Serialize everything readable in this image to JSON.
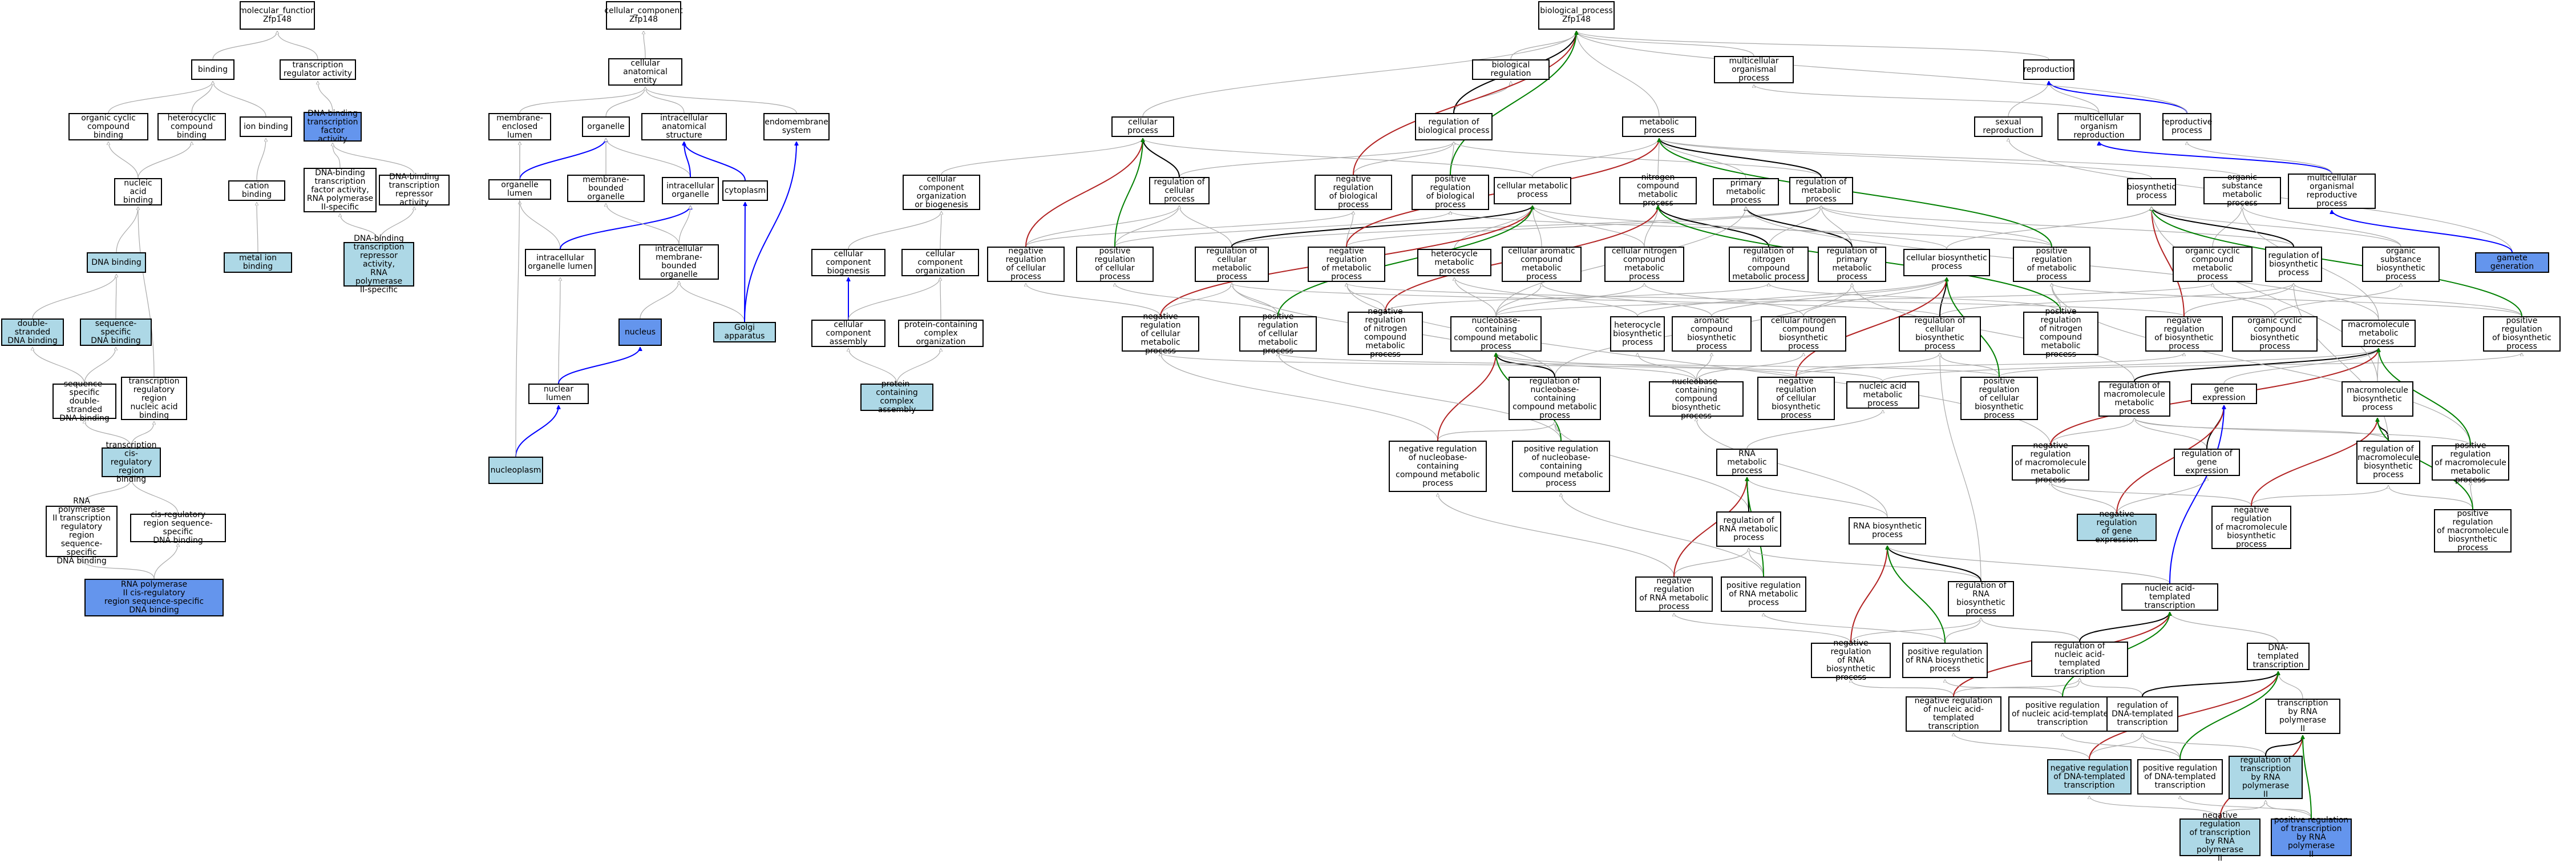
{
  "colors": {
    "plain": "#ffffff",
    "light": "#add8e6",
    "dark": "#6495ed",
    "edge_is_a": "#a9a9a9",
    "edge_part_of": "#0000ff",
    "edge_regulates": "#000000",
    "edge_pos": "#008000",
    "edge_neg": "#b22222"
  },
  "nodes": [
    {
      "id": "mf",
      "label": "molecular_function\nZfp148",
      "fill": "plain"
    },
    {
      "id": "binding",
      "label": "binding",
      "fill": "plain"
    },
    {
      "id": "trra",
      "label": "transcription\nregulator activity",
      "fill": "plain"
    },
    {
      "id": "occb",
      "label": "organic cyclic\ncompound binding",
      "fill": "plain"
    },
    {
      "id": "hcb",
      "label": "heterocyclic\ncompound binding",
      "fill": "plain"
    },
    {
      "id": "ionb",
      "label": "ion binding",
      "fill": "plain"
    },
    {
      "id": "dbtfa",
      "label": "DNA-binding\ntranscription\nfactor activity",
      "fill": "dark"
    },
    {
      "id": "nab",
      "label": "nucleic acid\nbinding",
      "fill": "plain"
    },
    {
      "id": "catb",
      "label": "cation binding",
      "fill": "plain"
    },
    {
      "id": "dbtfa2",
      "label": "DNA-binding\ntranscription\nfactor activity,\nRNA polymerase\nII-specific",
      "fill": "plain"
    },
    {
      "id": "dbtra",
      "label": "DNA-binding\ntranscription\nrepressor activity",
      "fill": "plain"
    },
    {
      "id": "dnab",
      "label": "DNA binding",
      "fill": "light"
    },
    {
      "id": "metb",
      "label": "metal ion binding",
      "fill": "light"
    },
    {
      "id": "dbtra2",
      "label": "DNA-binding\ntranscription\nrepressor activity,\nRNA polymerase\nII-specific",
      "fill": "light"
    },
    {
      "id": "dsdna",
      "label": "double-stranded\nDNA binding",
      "fill": "light"
    },
    {
      "id": "ssdna",
      "label": "sequence-specific\nDNA binding",
      "fill": "light"
    },
    {
      "id": "ssdsdna",
      "label": "sequence-specific\ndouble-stranded\nDNA binding",
      "fill": "plain"
    },
    {
      "id": "trrnab",
      "label": "transcription\nregulatory region\nnucleic acid\nbinding",
      "fill": "plain"
    },
    {
      "id": "tcrrb",
      "label": "transcription\ncis-regulatory\nregion binding",
      "fill": "light"
    },
    {
      "id": "rnap2trr",
      "label": "RNA polymerase\nII transcription\nregulatory region\nsequence-specific\nDNA binding",
      "fill": "plain"
    },
    {
      "id": "crrss",
      "label": "cis-regulatory\nregion sequence-specific\nDNA binding",
      "fill": "plain"
    },
    {
      "id": "rnap2cr",
      "label": "RNA polymerase\nII cis-regulatory\nregion sequence-specific\nDNA binding",
      "fill": "dark"
    },
    {
      "id": "cc",
      "label": "cellular_component\nZfp148",
      "fill": "plain"
    },
    {
      "id": "cae",
      "label": "cellular anatomical\nentity",
      "fill": "plain"
    },
    {
      "id": "melumen",
      "label": "membrane-enclosed\nlumen",
      "fill": "plain"
    },
    {
      "id": "organelle",
      "label": "organelle",
      "fill": "plain"
    },
    {
      "id": "ias",
      "label": "intracellular\nanatomical structure",
      "fill": "plain"
    },
    {
      "id": "endomem",
      "label": "endomembrane\nsystem",
      "fill": "plain"
    },
    {
      "id": "orglumen",
      "label": "organelle lumen",
      "fill": "plain"
    },
    {
      "id": "mbo",
      "label": "membrane-bounded\norganelle",
      "fill": "plain"
    },
    {
      "id": "io",
      "label": "intracellular\norganelle",
      "fill": "plain"
    },
    {
      "id": "cytoplasm",
      "label": "cytoplasm",
      "fill": "plain"
    },
    {
      "id": "iol",
      "label": "intracellular\norganelle lumen",
      "fill": "plain"
    },
    {
      "id": "imbo",
      "label": "intracellular\nmembrane-bounded\norganelle",
      "fill": "plain"
    },
    {
      "id": "nucleus",
      "label": "nucleus",
      "fill": "dark"
    },
    {
      "id": "golgi",
      "label": "Golgi apparatus",
      "fill": "light"
    },
    {
      "id": "nuclumen",
      "label": "nuclear lumen",
      "fill": "plain"
    },
    {
      "id": "nucleoplasm",
      "label": "nucleoplasm",
      "fill": "light"
    },
    {
      "id": "ccob",
      "label": "cellular component\norganization\nor biogenesis",
      "fill": "plain"
    },
    {
      "id": "ccbio",
      "label": "cellular component\nbiogenesis",
      "fill": "plain"
    },
    {
      "id": "ccorg",
      "label": "cellular component\norganization",
      "fill": "plain"
    },
    {
      "id": "ccassm",
      "label": "cellular component\nassembly",
      "fill": "plain"
    },
    {
      "id": "pcco",
      "label": "protein-containing\ncomplex organization",
      "fill": "plain"
    },
    {
      "id": "pcca",
      "label": "protein-containing\ncomplex assembly",
      "fill": "light"
    },
    {
      "id": "bp",
      "label": "biological_process\nZfp148",
      "fill": "plain"
    },
    {
      "id": "biolreg",
      "label": "biological regulation",
      "fill": "plain"
    },
    {
      "id": "mop",
      "label": "multicellular\norganismal process",
      "fill": "plain"
    },
    {
      "id": "repro",
      "label": "reproduction",
      "fill": "plain"
    },
    {
      "id": "cellproc",
      "label": "cellular process",
      "fill": "plain"
    },
    {
      "id": "regbp",
      "label": "regulation of\nbiological process",
      "fill": "plain"
    },
    {
      "id": "metproc",
      "label": "metabolic process",
      "fill": "plain"
    },
    {
      "id": "sexrep",
      "label": "sexual reproduction",
      "fill": "plain"
    },
    {
      "id": "mulrep",
      "label": "multicellular\norganism reproduction",
      "fill": "plain"
    },
    {
      "id": "repproc",
      "label": "reproductive\nprocess",
      "fill": "plain"
    },
    {
      "id": "regcp",
      "label": "regulation of\ncellular process",
      "fill": "plain"
    },
    {
      "id": "negrbp",
      "label": "negative regulation\nof biological\nprocess",
      "fill": "plain"
    },
    {
      "id": "posrbp",
      "label": "positive regulation\nof biological\nprocess",
      "fill": "plain"
    },
    {
      "id": "cellmet",
      "label": "cellular metabolic\nprocess",
      "fill": "plain"
    },
    {
      "id": "ncmp",
      "label": "nitrogen compound\nmetabolic process",
      "fill": "plain"
    },
    {
      "id": "primmet",
      "label": "primary metabolic\nprocess",
      "fill": "plain"
    },
    {
      "id": "regmet",
      "label": "regulation of\nmetabolic process",
      "fill": "plain"
    },
    {
      "id": "biosyn",
      "label": "biosynthetic\nprocess",
      "fill": "plain"
    },
    {
      "id": "osmp",
      "label": "organic substance\nmetabolic process",
      "fill": "plain"
    },
    {
      "id": "morp",
      "label": "multicellular\norganismal reproductive\nprocess",
      "fill": "plain"
    },
    {
      "id": "ccbp",
      "label": "cellular component\nbiogenesis",
      "fill": "plain"
    },
    {
      "id": "negrcp",
      "label": "negative regulation\nof cellular\nprocess",
      "fill": "plain"
    },
    {
      "id": "posrcp",
      "label": "positive regulation\nof cellular\nprocess",
      "fill": "plain"
    },
    {
      "id": "regcmp",
      "label": "regulation of\ncellular metabolic\nprocess",
      "fill": "plain"
    },
    {
      "id": "negrmp",
      "label": "negative regulation\nof metabolic\nprocess",
      "fill": "plain"
    },
    {
      "id": "hcmp",
      "label": "heterocycle\nmetabolic process",
      "fill": "plain"
    },
    {
      "id": "cacmp",
      "label": "cellular aromatic\ncompound metabolic\nprocess",
      "fill": "plain"
    },
    {
      "id": "cncmp",
      "label": "cellular nitrogen\ncompound metabolic\nprocess",
      "fill": "plain"
    },
    {
      "id": "regncmp",
      "label": "regulation of\nnitrogen compound\nmetabolic process",
      "fill": "plain"
    },
    {
      "id": "regpmp",
      "label": "regulation of\nprimary metabolic\nprocess",
      "fill": "plain"
    },
    {
      "id": "cellbio",
      "label": "cellular biosynthetic\nprocess",
      "fill": "plain"
    },
    {
      "id": "posrmp",
      "label": "positive regulation\nof metabolic\nprocess",
      "fill": "plain"
    },
    {
      "id": "occmp",
      "label": "organic cyclic\ncompound metabolic\nprocess",
      "fill": "plain"
    },
    {
      "id": "regbiop",
      "label": "regulation of\nbiosynthetic\nprocess",
      "fill": "plain"
    },
    {
      "id": "osbp",
      "label": "organic substance\nbiosynthetic\nprocess",
      "fill": "plain"
    },
    {
      "id": "gametegen",
      "label": "gamete generation",
      "fill": "dark"
    },
    {
      "id": "negrcmp",
      "label": "negative regulation\nof cellular\nmetabolic process",
      "fill": "plain"
    },
    {
      "id": "posrcmp",
      "label": "positive regulation\nof cellular\nmetabolic process",
      "fill": "plain"
    },
    {
      "id": "negrncmp",
      "label": "negative regulation\nof nitrogen\ncompound metabolic\nprocess",
      "fill": "plain"
    },
    {
      "id": "nbcmp",
      "label": "nucleobase-containing\ncompound metabolic\nprocess",
      "fill": "plain"
    },
    {
      "id": "hbp",
      "label": "heterocycle\nbiosynthetic\nprocess",
      "fill": "plain"
    },
    {
      "id": "acbp",
      "label": "aromatic compound\nbiosynthetic\nprocess",
      "fill": "plain"
    },
    {
      "id": "cncbp",
      "label": "cellular nitrogen\ncompound biosynthetic\nprocess",
      "fill": "plain"
    },
    {
      "id": "regcbp",
      "label": "regulation of\ncellular biosynthetic\nprocess",
      "fill": "plain"
    },
    {
      "id": "posrncmp",
      "label": "positive regulation\nof nitrogen\ncompound metabolic\nprocess",
      "fill": "plain"
    },
    {
      "id": "negrbiop",
      "label": "negative regulation\nof biosynthetic\nprocess",
      "fill": "plain"
    },
    {
      "id": "occbp",
      "label": "organic cyclic\ncompound biosynthetic\nprocess",
      "fill": "plain"
    },
    {
      "id": "macromp",
      "label": "macromolecule\nmetabolic process",
      "fill": "plain"
    },
    {
      "id": "posrbiop",
      "label": "positive regulation\nof biosynthetic\nprocess",
      "fill": "plain"
    },
    {
      "id": "regnbcmp",
      "label": "regulation of\nnucleobase-containing\ncompound metabolic\nprocess",
      "fill": "plain"
    },
    {
      "id": "nbcbp",
      "label": "nucleobase-containing\ncompound biosynthetic\nprocess",
      "fill": "plain"
    },
    {
      "id": "negrcbp",
      "label": "negative regulation\nof cellular\nbiosynthetic\nprocess",
      "fill": "plain"
    },
    {
      "id": "nabp",
      "label": "nucleic acid\nmetabolic process",
      "fill": "plain"
    },
    {
      "id": "posrcbp",
      "label": "positive regulation\nof cellular\nbiosynthetic\nprocess",
      "fill": "plain"
    },
    {
      "id": "regmmp",
      "label": "regulation of\nmacromolecule\nmetabolic process",
      "fill": "plain"
    },
    {
      "id": "geneexp",
      "label": "gene expression",
      "fill": "plain"
    },
    {
      "id": "mbp",
      "label": "macromolecule\nbiosynthetic\nprocess",
      "fill": "plain"
    },
    {
      "id": "negrnbcmp",
      "label": "negative regulation\nof nucleobase-containing\ncompound metabolic\nprocess",
      "fill": "plain"
    },
    {
      "id": "posrnbcmp",
      "label": "positive regulation\nof nucleobase-containing\ncompound metabolic\nprocess",
      "fill": "plain"
    },
    {
      "id": "negrmmp",
      "label": "negative regulation\nof macromolecule\nmetabolic process",
      "fill": "plain"
    },
    {
      "id": "regge",
      "label": "regulation of\ngene expression",
      "fill": "plain"
    },
    {
      "id": "regmbp",
      "label": "regulation of\nmacromolecule\nbiosynthetic\nprocess",
      "fill": "plain"
    },
    {
      "id": "posrmmp",
      "label": "positive regulation\nof macromolecule\nmetabolic process",
      "fill": "plain"
    },
    {
      "id": "rnamp",
      "label": "RNA metabolic\nprocess",
      "fill": "plain"
    },
    {
      "id": "negrge",
      "label": "negative regulation\nof gene expression",
      "fill": "light"
    },
    {
      "id": "negrmbp",
      "label": "negative regulation\nof macromolecule\nbiosynthetic\nprocess",
      "fill": "plain"
    },
    {
      "id": "posrmbp",
      "label": "positive regulation\nof macromolecule\nbiosynthetic\nprocess",
      "fill": "plain"
    },
    {
      "id": "regrnamp",
      "label": "regulation of\nRNA metabolic\nprocess",
      "fill": "plain"
    },
    {
      "id": "rnabp",
      "label": "RNA biosynthetic\nprocess",
      "fill": "plain"
    },
    {
      "id": "negrrnamp",
      "label": "negative regulation\nof RNA metabolic\nprocess",
      "fill": "plain"
    },
    {
      "id": "posrrnamp",
      "label": "positive regulation\nof RNA metabolic\nprocess",
      "fill": "plain"
    },
    {
      "id": "regrnabp",
      "label": "regulation of\nRNA biosynthetic\nprocess",
      "fill": "plain"
    },
    {
      "id": "natt",
      "label": "nucleic acid-templated\ntranscription",
      "fill": "plain"
    },
    {
      "id": "negrrnabp",
      "label": "negative regulation\nof RNA biosynthetic\nprocess",
      "fill": "plain"
    },
    {
      "id": "posrrnabp",
      "label": "positive regulation\nof RNA biosynthetic\nprocess",
      "fill": "plain"
    },
    {
      "id": "regnatt",
      "label": "regulation of\nnucleic acid-templated\ntranscription",
      "fill": "plain"
    },
    {
      "id": "dtt",
      "label": "DNA-templated\ntranscription",
      "fill": "plain"
    },
    {
      "id": "negrnatt",
      "label": "negative regulation\nof nucleic acid-templated\ntranscription",
      "fill": "plain"
    },
    {
      "id": "posrnatt",
      "label": "positive regulation\nof nucleic acid-templated\ntranscription",
      "fill": "plain"
    },
    {
      "id": "regdtt",
      "label": "regulation of\nDNA-templated\ntranscription",
      "fill": "plain"
    },
    {
      "id": "trnap2",
      "label": "transcription\nby RNA polymerase\nII",
      "fill": "plain"
    },
    {
      "id": "negrdtt",
      "label": "negative regulation\nof DNA-templated\ntranscription",
      "fill": "light"
    },
    {
      "id": "posrdtt",
      "label": "positive regulation\nof DNA-templated\ntranscription",
      "fill": "plain"
    },
    {
      "id": "regtrnap2",
      "label": "regulation of\ntranscription\nby RNA polymerase\nII",
      "fill": "light"
    },
    {
      "id": "negrtrnap2",
      "label": "negative regulation\nof transcription\nby RNA polymerase\nII",
      "fill": "light"
    },
    {
      "id": "posrtrnap2",
      "label": "positive regulation\nof transcription\nby RNA polymerase\nII",
      "fill": "dark"
    }
  ]
}
